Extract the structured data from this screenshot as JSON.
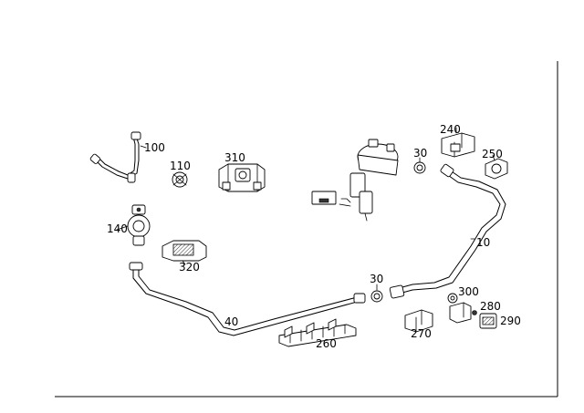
{
  "parts": {
    "p10": "10",
    "p30a": "30",
    "p30b": "30",
    "p40": "40",
    "p100": "100",
    "p110": "110",
    "p140": "140",
    "p240": "240",
    "p250": "250",
    "p260": "260",
    "p270": "270",
    "p280": "280",
    "p290": "290",
    "p300": "300",
    "p310": "310",
    "p320": "320"
  }
}
